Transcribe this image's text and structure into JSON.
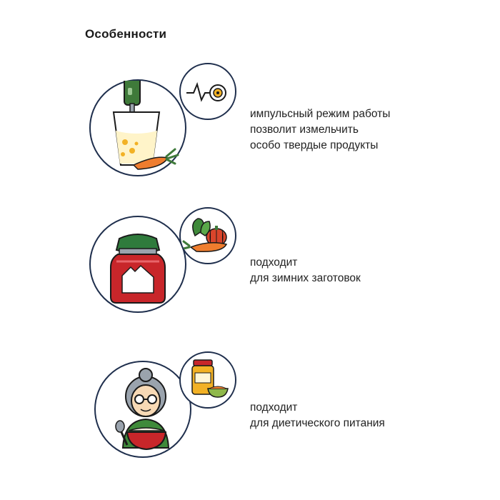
{
  "page": {
    "title": "Особенности"
  },
  "features": [
    {
      "icon": "hand-blender-carrot-icon",
      "badge_icon": "pulse-target-icon",
      "lines": [
        "импульсный режим работы",
        "позволит измельчить",
        "особо твердые продукты"
      ]
    },
    {
      "icon": "preserve-jar-icon",
      "badge_icon": "vegetables-icon",
      "lines": [
        "подходит",
        "для зимних заготовок"
      ]
    },
    {
      "icon": "grandmother-bowl-icon",
      "badge_icon": "baby-food-jar-icon",
      "lines": [
        "подходит",
        "для диетического питания"
      ]
    }
  ]
}
